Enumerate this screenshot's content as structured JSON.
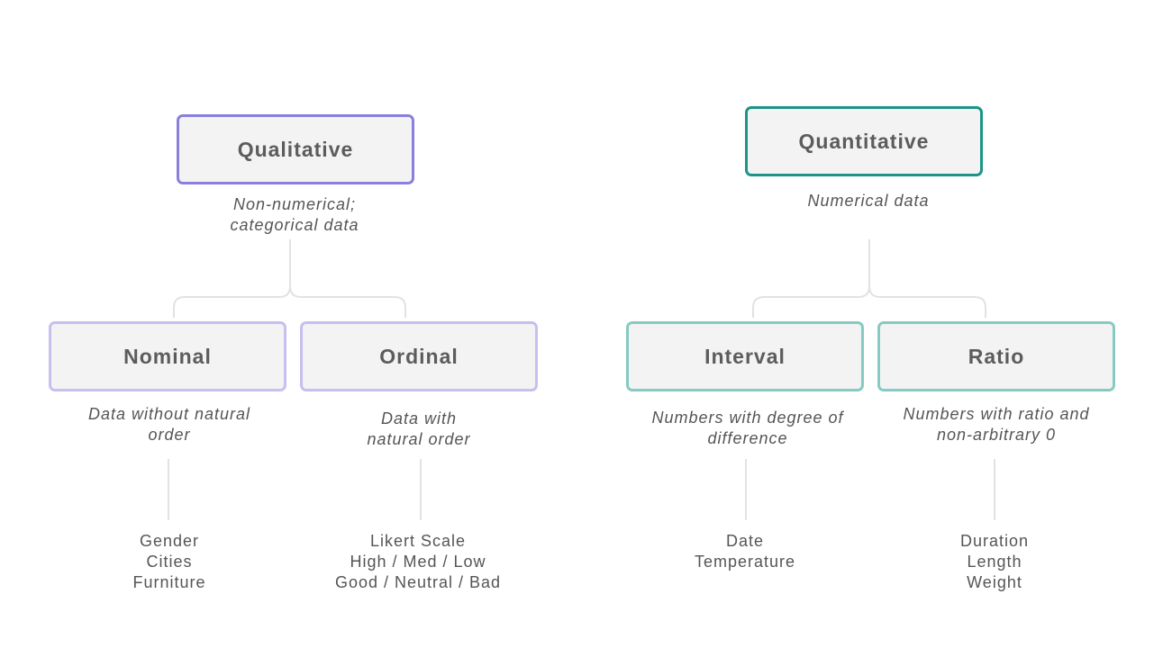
{
  "left": {
    "title": "Qualitative",
    "description": "Non-numerical; categorical data",
    "children": [
      {
        "title": "Nominal",
        "description": "Data without natural order",
        "examples": [
          "Gender",
          "Cities",
          "Furniture"
        ]
      },
      {
        "title": "Ordinal",
        "description": "Data with natural order",
        "examples": [
          "Likert Scale",
          "High / Med / Low",
          "Good / Neutral / Bad"
        ]
      }
    ]
  },
  "right": {
    "title": "Quantitative",
    "description": "Numerical data",
    "children": [
      {
        "title": "Interval",
        "description": "Numbers with degree of difference",
        "examples": [
          "Date",
          "Temperature"
        ]
      },
      {
        "title": "Ratio",
        "description": "Numbers with ratio and non-arbitrary 0",
        "examples": [
          "Duration",
          "Length",
          "Weight"
        ]
      }
    ]
  },
  "colors": {
    "qualitative_border": "#8a7fdb",
    "qualitative_child_border": "#c6bff0",
    "quantitative_border": "#1c9487",
    "quantitative_child_border": "#86cbc3",
    "box_fill": "#f3f3f3",
    "text": "#5c5c5c",
    "connector": "#e2e2e2"
  }
}
